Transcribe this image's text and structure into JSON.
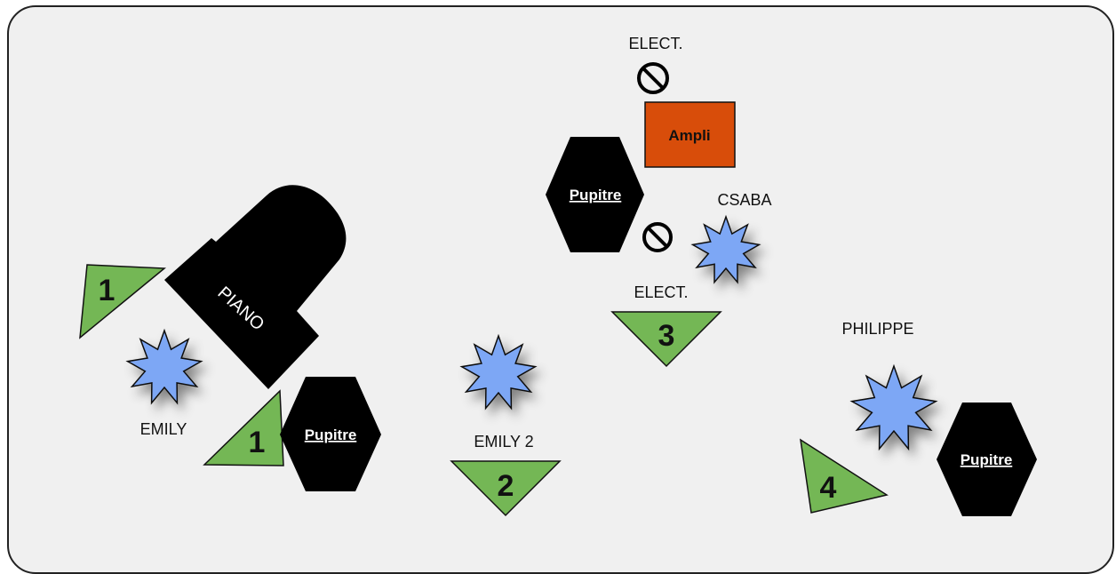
{
  "colors": {
    "background": "#f0f0f0",
    "border": "#222222",
    "monitor_fill": "#74b755",
    "musician_fill": "#7da7f5",
    "pupitre_fill": "#000000",
    "ampli_fill": "#d84d0a"
  },
  "piano": {
    "label": "PIANO"
  },
  "ampli": {
    "label": "Ampli"
  },
  "pupitres": {
    "label": "Pupitre"
  },
  "musicians": {
    "emily": "EMILY",
    "emily2": "EMILY 2",
    "csaba": "CSABA",
    "philippe": "PHILIPPE"
  },
  "elect": {
    "top": "ELECT.",
    "bottom": "ELECT."
  },
  "monitors": {
    "m1_piano": "1",
    "m1_pupitre": "1",
    "m2": "2",
    "m3": "3",
    "m4": "4"
  },
  "icons": {
    "no_sign": "no-entry-icon",
    "star": "star-burst-icon"
  }
}
